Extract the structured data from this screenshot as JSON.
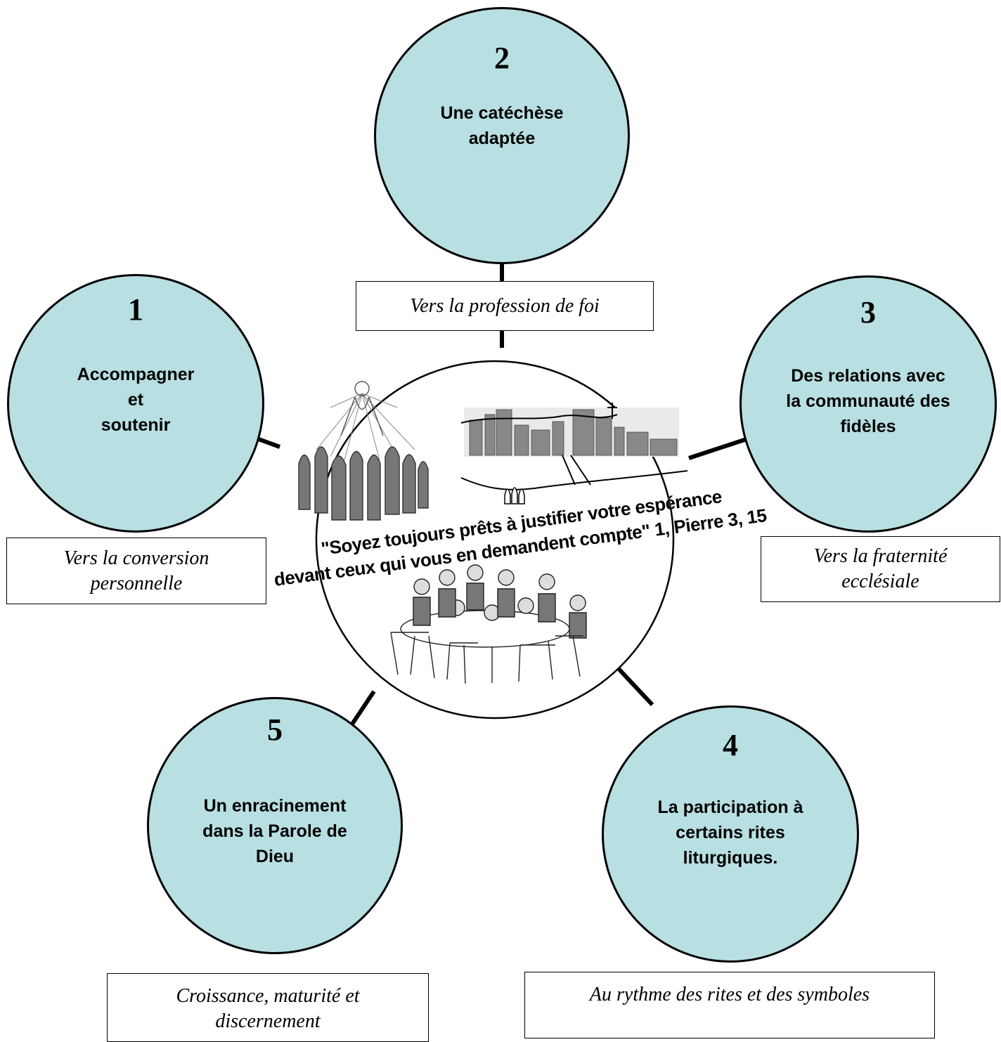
{
  "nodes": [
    {
      "number": "1",
      "label": "Accompagner\net\nsoutenir",
      "caption": "Vers la conversion\npersonnelle"
    },
    {
      "number": "2",
      "label": "Une catéchèse\nadaptée",
      "caption": "Vers la profession de foi"
    },
    {
      "number": "3",
      "label": "Des relations avec\nla communauté des\nfidèles",
      "caption": "Vers la fraternité\necclésiale"
    },
    {
      "number": "4",
      "label": "La participation à\ncertains rites\nliturgiques.",
      "caption": "Au rythme des rites et des symboles"
    },
    {
      "number": "5",
      "label": "Un enracinement\ndans la Parole de\nDieu",
      "caption": "Croissance, maturité et\ndiscernement"
    }
  ],
  "center": {
    "quote_line1": "\"Soyez toujours prêts à justifier votre espérance",
    "quote_line2": "devant ceux qui vous en demandent compte\" 1, Pierre 3, 15",
    "illustrations": [
      "disciples-illustration",
      "city-skyline-illustration",
      "table-group-illustration"
    ]
  },
  "colors": {
    "circle_fill": "#b8dfe1",
    "outline": "#000000"
  }
}
